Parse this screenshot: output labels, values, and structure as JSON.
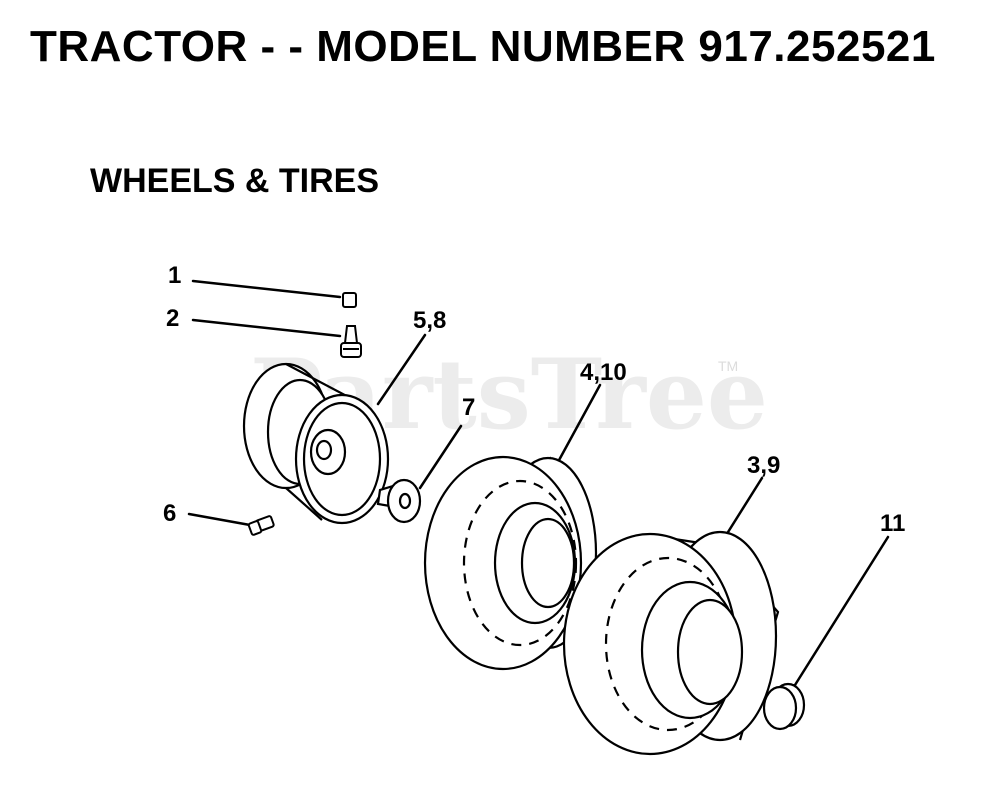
{
  "header": {
    "title": "TRACTOR - - MODEL NUMBER 917.252521",
    "subtitle": "WHEELS & TIRES"
  },
  "watermark": {
    "text": "PartsTree",
    "trademark": "TM"
  },
  "callouts": {
    "c1": "1",
    "c2": "2",
    "c58": "5,8",
    "c410": "4,10",
    "c7": "7",
    "c39": "3,9",
    "c6": "6",
    "c11": "11"
  },
  "colors": {
    "ink": "#000000",
    "background": "#ffffff",
    "watermark": "#ececec"
  }
}
